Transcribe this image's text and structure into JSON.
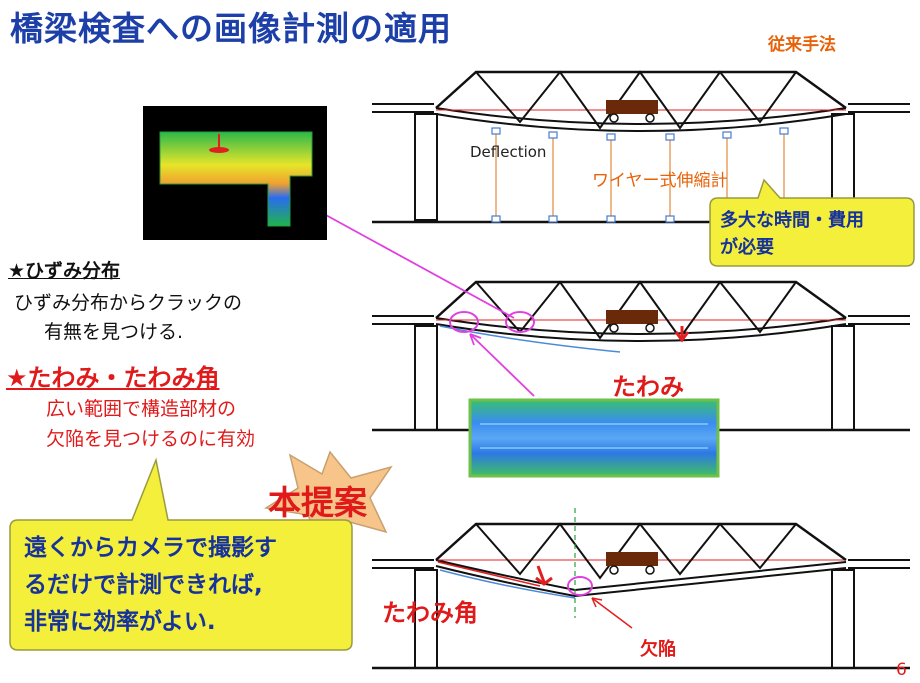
{
  "title": "橋梁検査への画像計測の適用",
  "conventional_method": "従来手法",
  "labels": {
    "deflection_en": "Deflection",
    "wire_gauge": "ワイヤー式伸縮計",
    "tawami": "たわみ",
    "tawami_kaku": "たわみ角",
    "kekkan": "欠陥"
  },
  "strain": {
    "heading": "★ひずみ分布",
    "line1": "ひずみ分布からクラックの",
    "line2": "有無を見つける."
  },
  "deflection": {
    "heading": "★たわみ・たわみ角",
    "line1": "広い範囲で構造部材の",
    "line2": "欠陥を見つけるのに有効"
  },
  "cost_callout": {
    "line1": "多大な時間・費用",
    "line2": "が必要"
  },
  "proposal_star": "本提案",
  "camera_callout": {
    "line1": "遠くからカメラで撮影す",
    "line2": "るだけで計測できれば,",
    "line3": "非常に効率がよい."
  },
  "page_number": "6",
  "colors": {
    "title": "#1c3fa8",
    "accent_red": "#e01a1a",
    "accent_orange": "#e8620a",
    "callout_fill": "#f4ef3a",
    "star_fill": "#f7c48a",
    "magenta": "#e040e0"
  }
}
